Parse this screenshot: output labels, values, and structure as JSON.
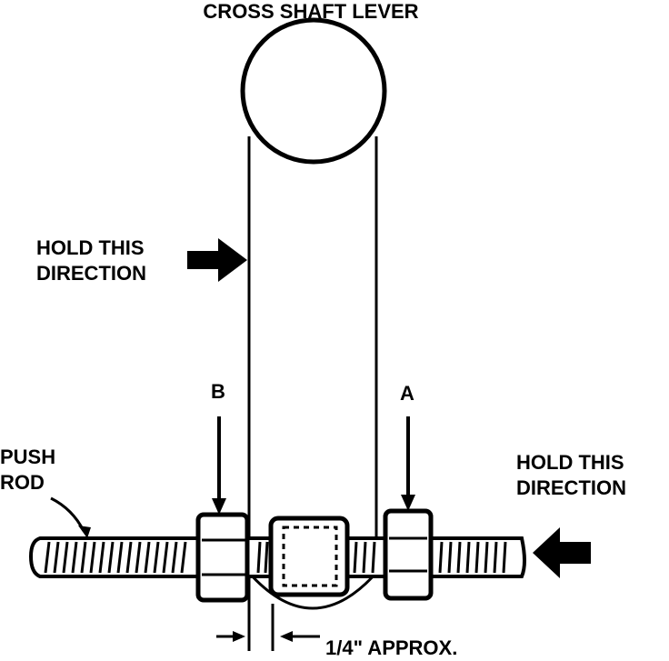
{
  "labels": {
    "title": "CROSS SHAFT LEVER",
    "hold_left_line1": "HOLD THIS",
    "hold_left_line2": "DIRECTION",
    "label_b": "B",
    "label_a": "A",
    "push_rod_line1": "PUSH",
    "push_rod_line2": "ROD",
    "hold_right_line1": "HOLD THIS",
    "hold_right_line2": "DIRECTION",
    "measurement": "1/4\" APPROX."
  },
  "colors": {
    "ink": "#000000",
    "paper": "#ffffff"
  }
}
